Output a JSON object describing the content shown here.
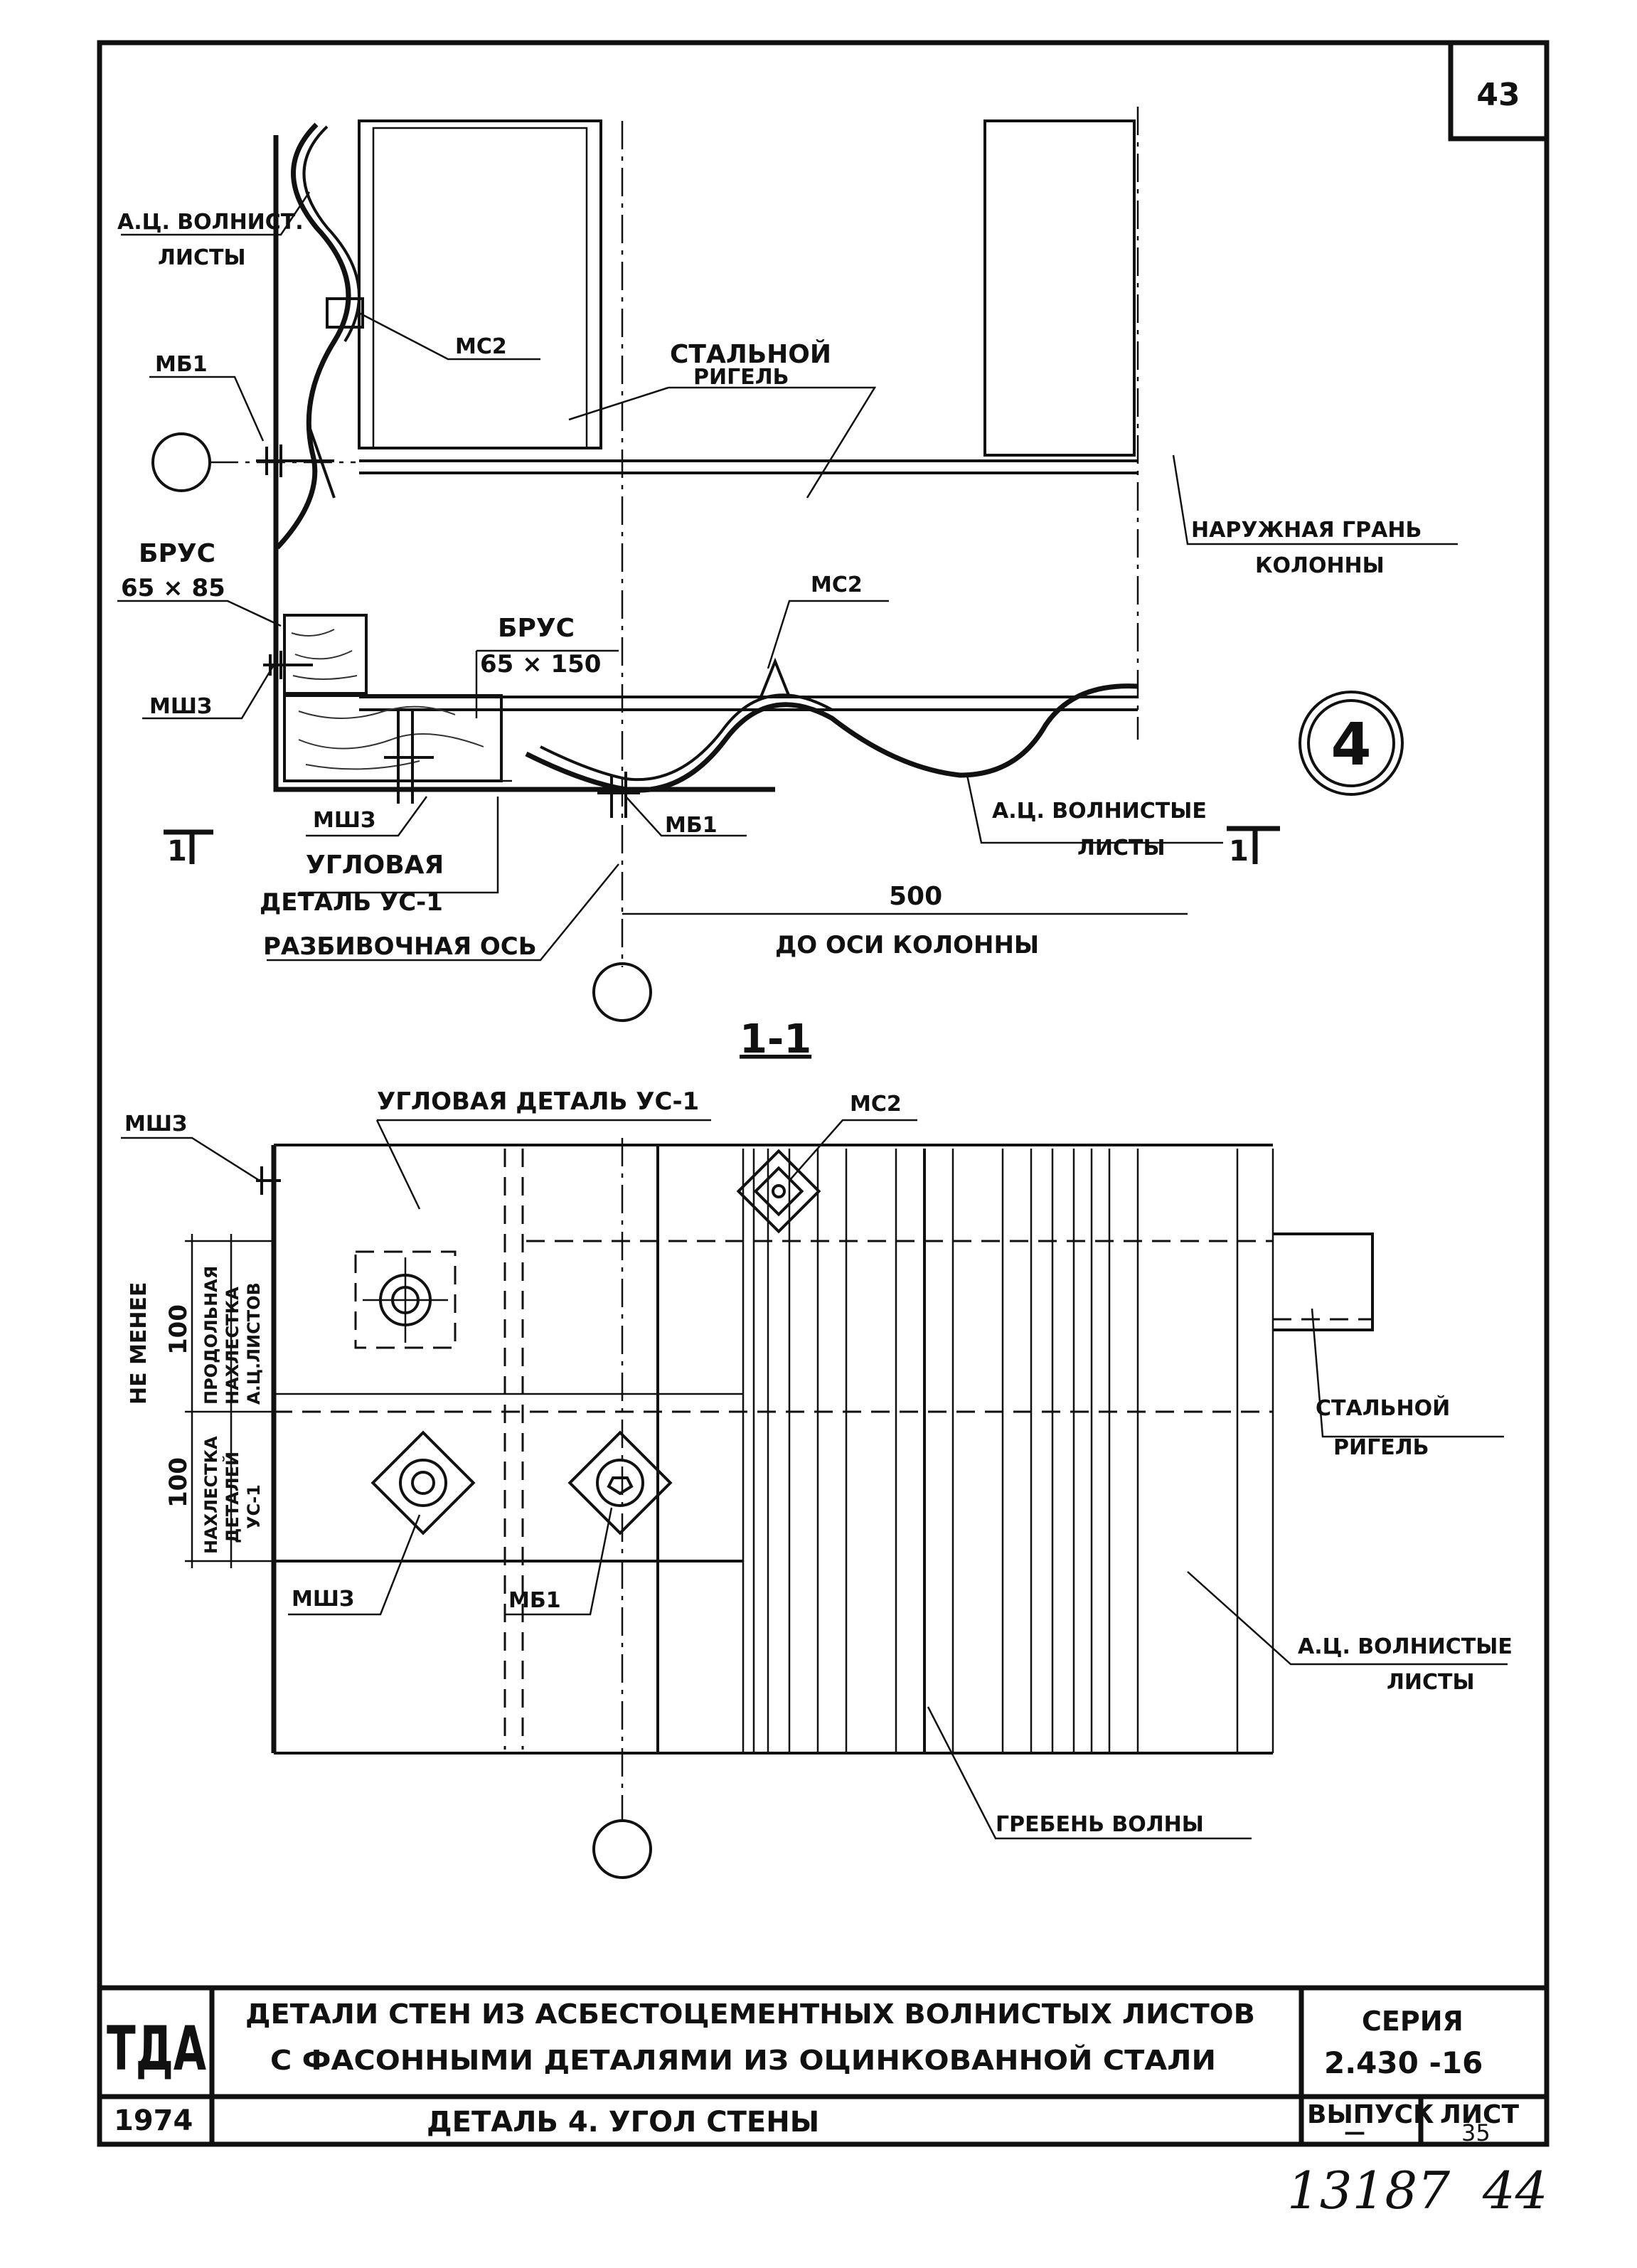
{
  "sheet_corner_number": "43",
  "labels": {
    "ac_wave_sheets_top": [
      "А.Ц. ВОЛНИСТ.",
      "ЛИСТЫ"
    ],
    "mb1_top": "МБ1",
    "mc2_top": "МС2",
    "steel_girder_top": [
      "СТАЛЬНОЙ",
      "РИГЕЛЬ"
    ],
    "column_outer_face": [
      "НАРУЖНАЯ ГРАНЬ",
      "КОЛОННЫ"
    ],
    "beam_65x85": [
      "БРУС",
      "65 × 85"
    ],
    "beam_65x150": [
      "БРУС",
      "65 × 150"
    ],
    "msh3_top": "МШЗ",
    "mc2_mid": "МС2",
    "msh3_bottom": "МШЗ",
    "mb1_bottom": "МБ1",
    "ac_wave_sheets_right": [
      "А.Ц. ВОЛНИСТЫЕ",
      "ЛИСТЫ"
    ],
    "corner_part_top": [
      "УГЛОВАЯ",
      "ДЕТАЛЬ УС-1"
    ],
    "layout_axis": "РАЗБИВОЧНАЯ ОСЬ",
    "dim_500": "500",
    "to_column_axis": "ДО ОСИ   КОЛОННЫ",
    "section_mark_left": "1",
    "section_mark_right": "1",
    "detail_number": "4",
    "section_title": "1-1",
    "corner_part_section": "УГЛОВАЯ ДЕТАЛЬ УС-1",
    "mc2_section": "МС2",
    "msh3_section_top": "МШЗ",
    "not_less": "НЕ МЕНЕЕ",
    "dim_100_a": "100",
    "long_overlap": [
      "ПРОДОЛЬНАЯ",
      "НАХЛЕСТКА",
      "А.Ц.ЛИСТОВ"
    ],
    "dim_100_b": "100",
    "overlap_us1": [
      "НАХЛЕСТКА",
      "ДЕТАЛЕЙ",
      "УС-1"
    ],
    "steel_girder_section": [
      "СТАЛЬНОЙ",
      "РИГЕЛЬ"
    ],
    "msh3_section_bottom": "МШЗ",
    "mb1_section": "МБ1",
    "ac_wave_sheets_section": [
      "А.Ц. ВОЛНИСТЫЕ",
      "ЛИСТЫ"
    ],
    "wave_crest": "ГРЕБЕНЬ ВОЛНЫ"
  },
  "title_block": {
    "org": "ТДА",
    "title_line1": "ДЕТАЛИ СТЕН ИЗ АСБЕСТОЦЕМЕНТНЫХ ВОЛНИСТЫХ ЛИСТОВ",
    "title_line2": "С ФАСОННЫМИ ДЕТАЛЯМИ ИЗ ОЦИНКОВАННОЙ СТАЛИ",
    "series_label": "СЕРИЯ",
    "series_value": "2.430 -16",
    "year": "1974",
    "sheet_name": "ДЕТАЛЬ 4.  УГОЛ СТЕНЫ",
    "issue_label": "ВЫПУСК",
    "issue_value": "—",
    "sheet_label": "ЛИСТ",
    "sheet_value": "35"
  },
  "handwritten_number": "13187  44"
}
